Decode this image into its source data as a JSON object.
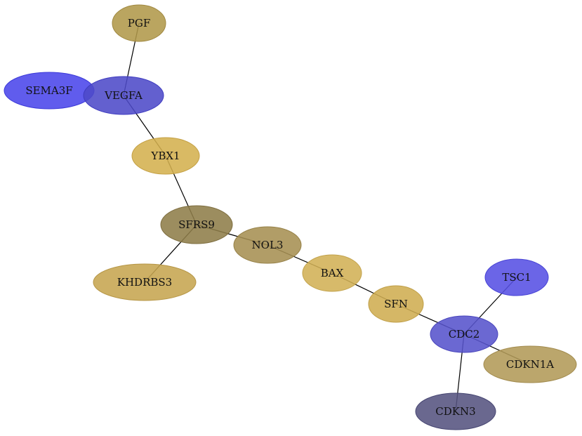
{
  "graph": {
    "nodes": [
      {
        "id": "PGF",
        "label": "PGF",
        "fill": "#b1994a",
        "stroke": "#a08840"
      },
      {
        "id": "SEMA3F",
        "label": "SEMA3F",
        "fill": "#4a46ea",
        "stroke": "#3c3ad8"
      },
      {
        "id": "VEGFA",
        "label": "VEGFA",
        "fill": "#4d4ac8",
        "stroke": "#3f3cc0"
      },
      {
        "id": "YBX1",
        "label": "YBX1",
        "fill": "#d4b04e",
        "stroke": "#c4a044"
      },
      {
        "id": "SFRS9",
        "label": "SFRS9",
        "fill": "#8e7d49",
        "stroke": "#7e6e40"
      },
      {
        "id": "KHDRBS3",
        "label": "KHDRBS3",
        "fill": "#c6a550",
        "stroke": "#b69646"
      },
      {
        "id": "NOL3",
        "label": "NOL3",
        "fill": "#a68f52",
        "stroke": "#968148"
      },
      {
        "id": "BAX",
        "label": "BAX",
        "fill": "#d2b155",
        "stroke": "#c2a24b"
      },
      {
        "id": "SFN",
        "label": "SFN",
        "fill": "#cfad51",
        "stroke": "#bf9e47"
      },
      {
        "id": "TSC1",
        "label": "TSC1",
        "fill": "#5650e4",
        "stroke": "#4844d4"
      },
      {
        "id": "CDC2",
        "label": "CDC2",
        "fill": "#5753cc",
        "stroke": "#4945bc"
      },
      {
        "id": "CDKN1A",
        "label": "CDKN1A",
        "fill": "#b29a58",
        "stroke": "#a28b4e"
      },
      {
        "id": "CDKN3",
        "label": "CDKN3",
        "fill": "#55537f",
        "stroke": "#474672"
      }
    ],
    "edges": [
      {
        "from": "PGF",
        "to": "VEGFA"
      },
      {
        "from": "VEGFA",
        "to": "YBX1"
      },
      {
        "from": "YBX1",
        "to": "SFRS9"
      },
      {
        "from": "SFRS9",
        "to": "KHDRBS3"
      },
      {
        "from": "SFRS9",
        "to": "NOL3"
      },
      {
        "from": "NOL3",
        "to": "BAX"
      },
      {
        "from": "BAX",
        "to": "SFN"
      },
      {
        "from": "SFN",
        "to": "CDC2"
      },
      {
        "from": "CDC2",
        "to": "TSC1"
      },
      {
        "from": "CDC2",
        "to": "CDKN1A"
      },
      {
        "from": "CDC2",
        "to": "CDKN3"
      }
    ]
  }
}
